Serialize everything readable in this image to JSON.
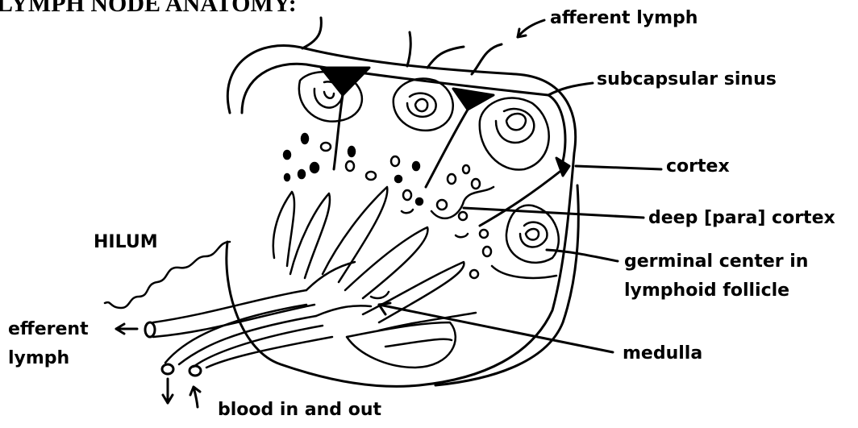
{
  "title": "LYMPH NODE ANATOMY:",
  "labels": {
    "afferent_lymph": "afferent lymph",
    "subcapsular_sinus": "subcapsular sinus",
    "cortex": "cortex",
    "deep_cortex": "deep [para] cortex",
    "germinal_center_line1": "germinal center in",
    "germinal_center_line2": "lymphoid follicle",
    "medulla": "medulla",
    "hilum": "HILUM",
    "efferent_line1": "efferent",
    "efferent_line2": "lymph",
    "blood": "blood in and out"
  },
  "colors": {
    "ink": "#000000",
    "background": "#ffffff"
  }
}
